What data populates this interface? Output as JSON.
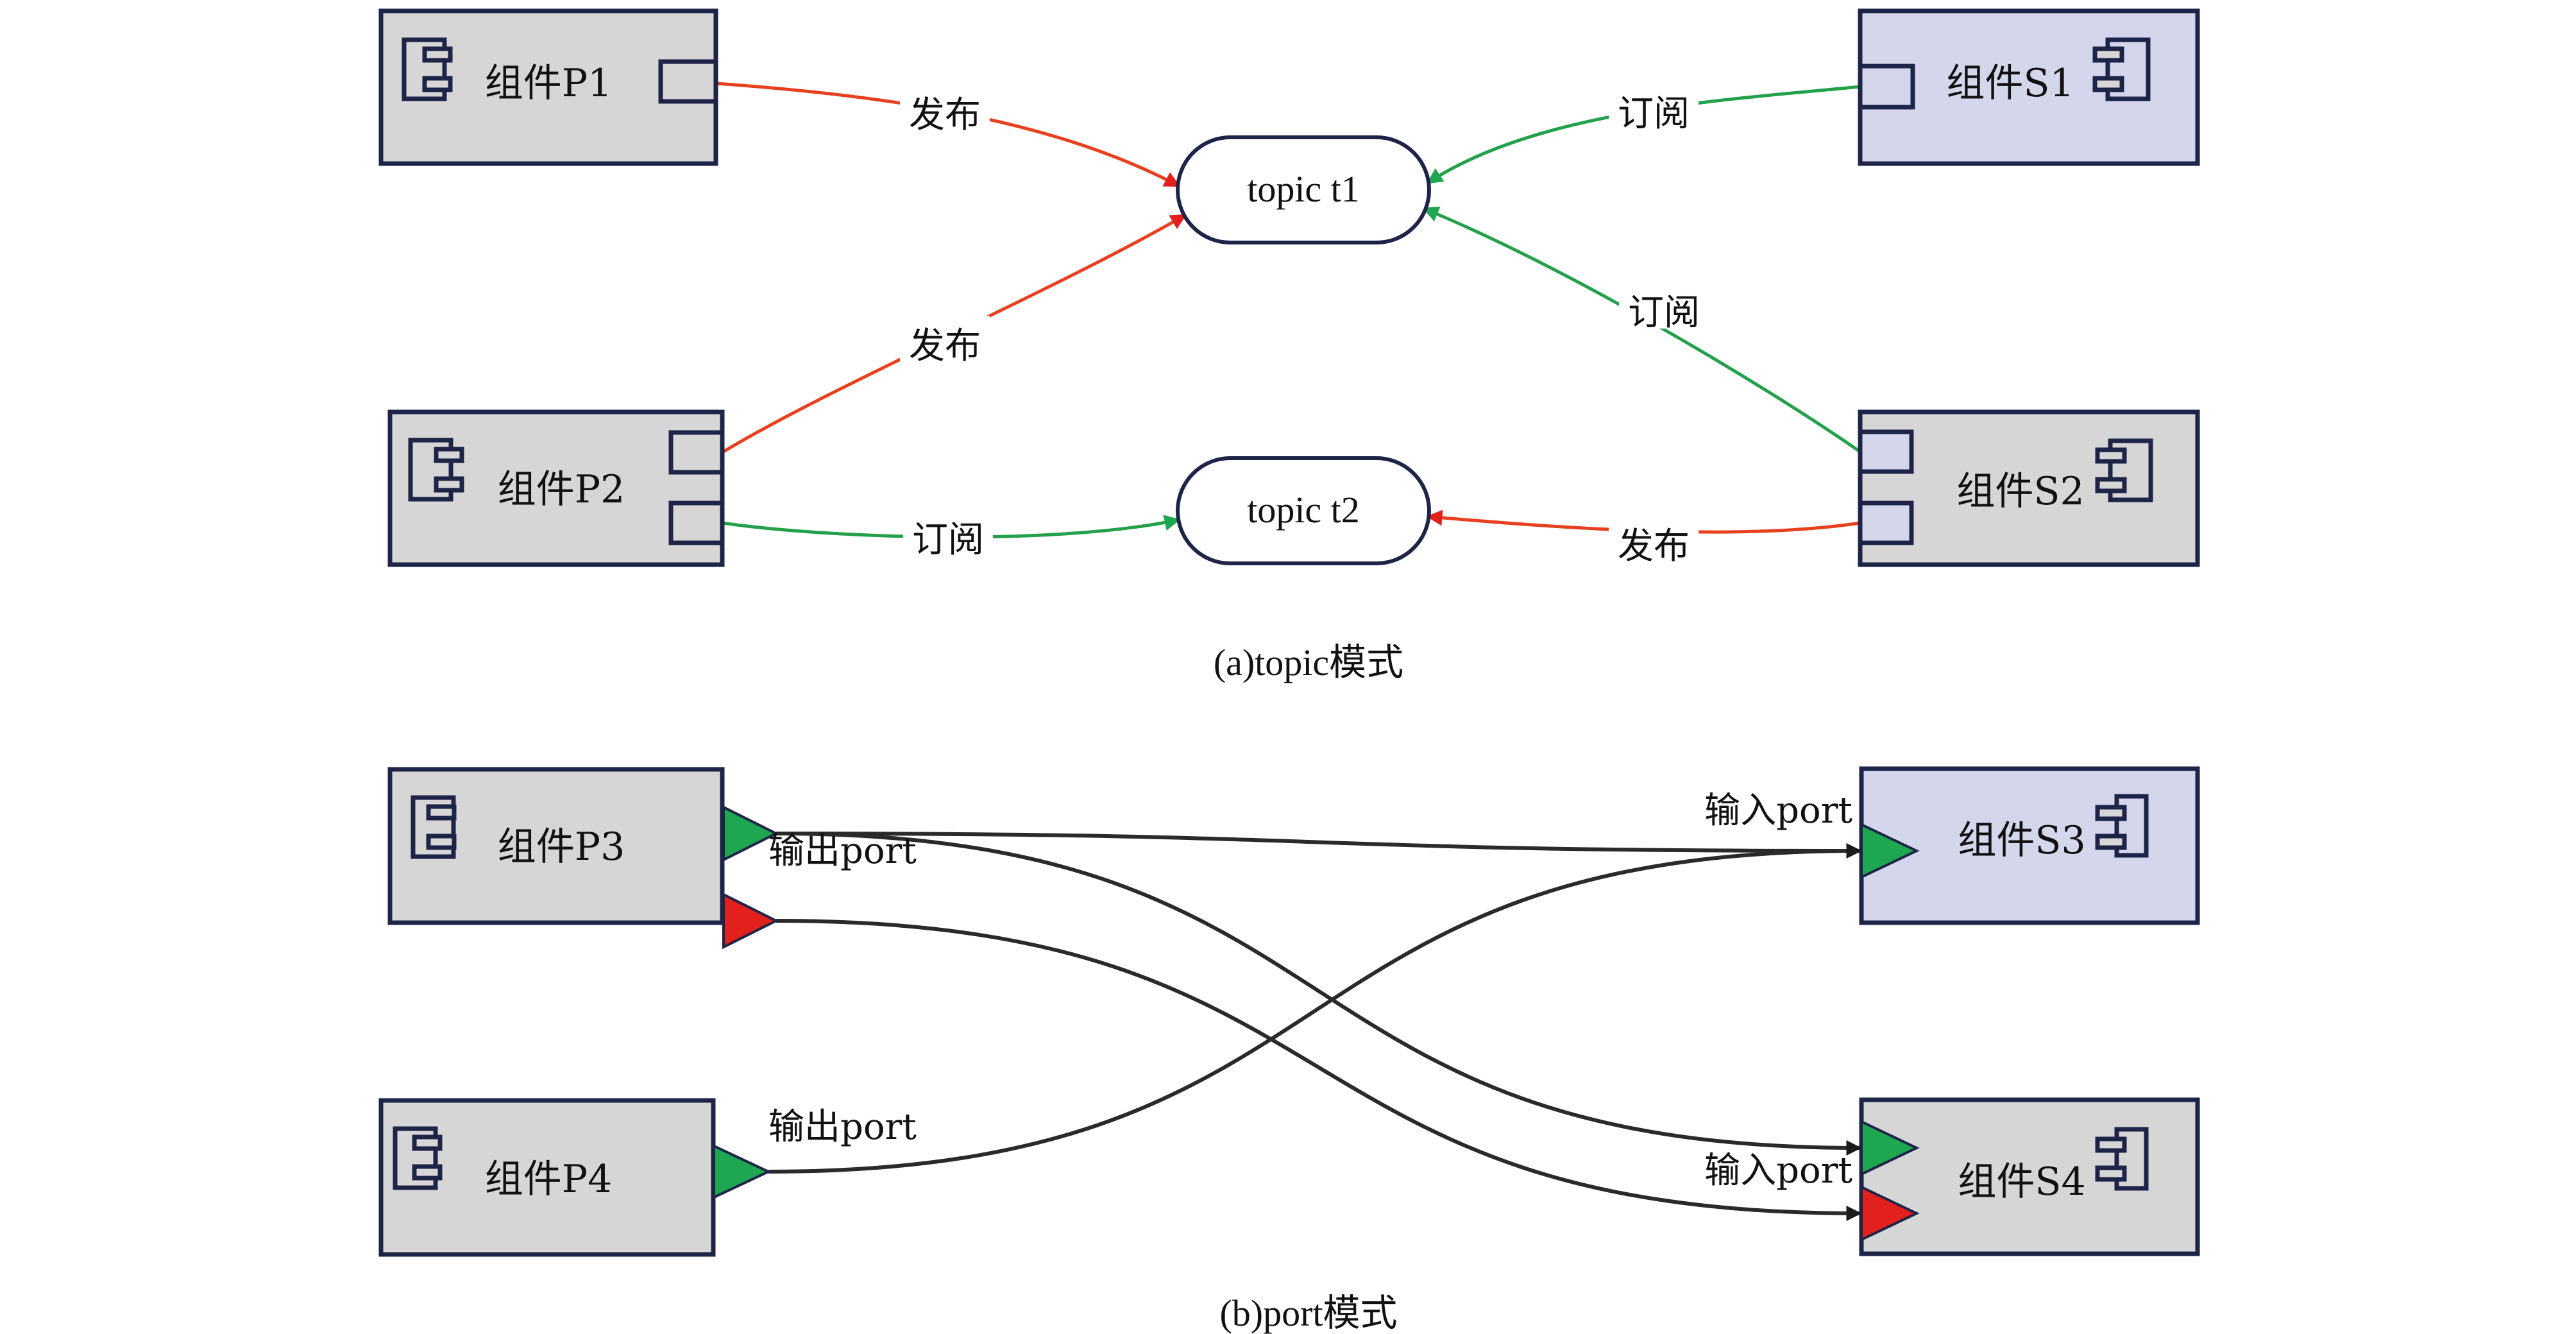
{
  "colors": {
    "component_gray": "#d6d6d6",
    "component_lavender": "#d4d7ec",
    "border": "#1e2447",
    "publish": "#e8401e",
    "subscribe": "#22a04a",
    "port_green": "#1fa650",
    "port_red": "#e2201c",
    "port_edge": "#2a2a2a"
  },
  "topic_mode": {
    "caption": "(a)topic模式",
    "components": [
      {
        "id": "P1",
        "label": "组件P1",
        "fill": "gray"
      },
      {
        "id": "P2",
        "label": "组件P2",
        "fill": "gray"
      },
      {
        "id": "S1",
        "label": "组件S1",
        "fill": "lavender"
      },
      {
        "id": "S2",
        "label": "组件S2",
        "fill": "gray"
      }
    ],
    "topics": [
      {
        "id": "t1",
        "label": "topic t1"
      },
      {
        "id": "t2",
        "label": "topic t2"
      }
    ],
    "edges": [
      {
        "from": "P1",
        "to": "t1",
        "type": "publish",
        "label": "发布"
      },
      {
        "from": "P2",
        "to": "t1",
        "type": "publish",
        "label": "发布"
      },
      {
        "from": "P2",
        "to": "t2",
        "type": "subscribe",
        "label": "订阅"
      },
      {
        "from": "S1",
        "to": "t1",
        "type": "subscribe",
        "label": "订阅"
      },
      {
        "from": "S2",
        "to": "t1",
        "type": "subscribe",
        "label": "订阅"
      },
      {
        "from": "S2",
        "to": "t2",
        "type": "publish",
        "label": "发布"
      }
    ]
  },
  "port_mode": {
    "caption": "(b)port模式",
    "components": [
      {
        "id": "P3",
        "label": "组件P3",
        "fill": "gray"
      },
      {
        "id": "P4",
        "label": "组件P4",
        "fill": "gray"
      },
      {
        "id": "S3",
        "label": "组件S3",
        "fill": "lavender"
      },
      {
        "id": "S4",
        "label": "组件S4",
        "fill": "gray"
      }
    ],
    "port_labels": {
      "P3_out": "输出port",
      "P4_out": "输出port",
      "S3_in": "输入port",
      "S4_in": "输入port"
    },
    "connections": [
      {
        "from": "P3.green",
        "to": "S3.green"
      },
      {
        "from": "P3.green",
        "to": "S4.green"
      },
      {
        "from": "P3.red",
        "to": "S4.red"
      },
      {
        "from": "P4.green",
        "to": "S3.green"
      }
    ]
  }
}
